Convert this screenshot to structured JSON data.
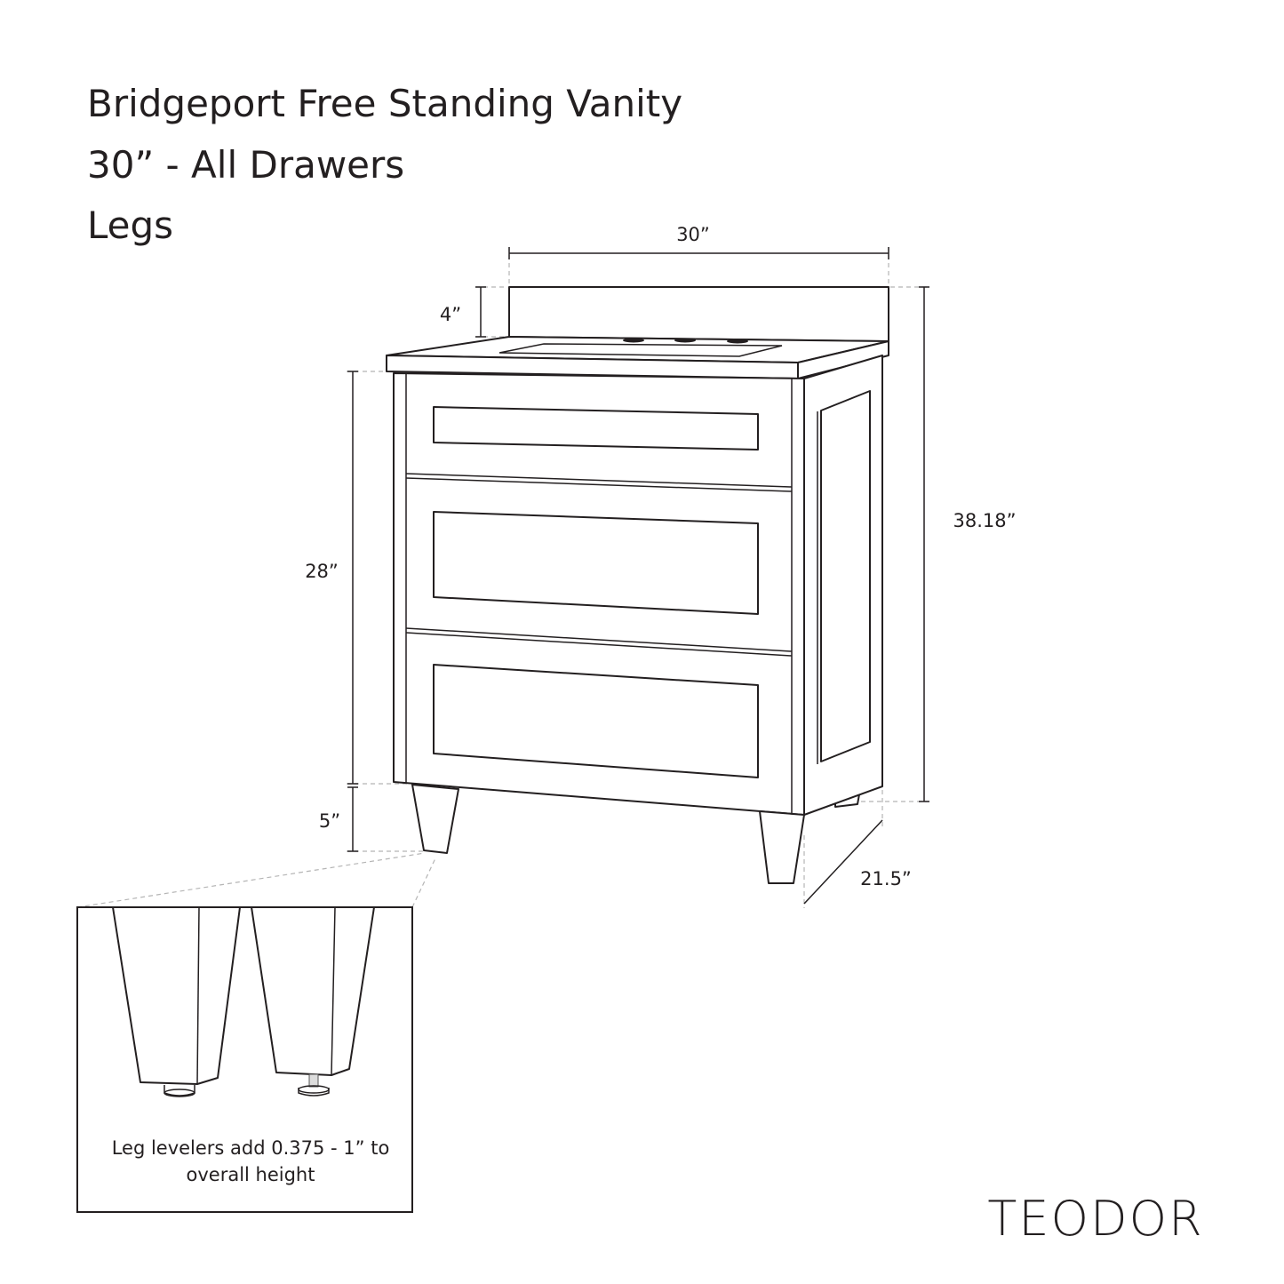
{
  "title": {
    "line1": "Bridgeport Free Standing Vanity",
    "line2": "30” - All Drawers",
    "line3": "Legs"
  },
  "dimensions": {
    "width": "30”",
    "backsplash_height": "4”",
    "cabinet_height": "28”",
    "leg_height": "5”",
    "overall_height": "38.18”",
    "depth": "21.5”"
  },
  "inset": {
    "caption_line1": "Leg levelers add 0.375 - 1” to",
    "caption_line2": "overall height"
  },
  "brand": "TEODOR"
}
